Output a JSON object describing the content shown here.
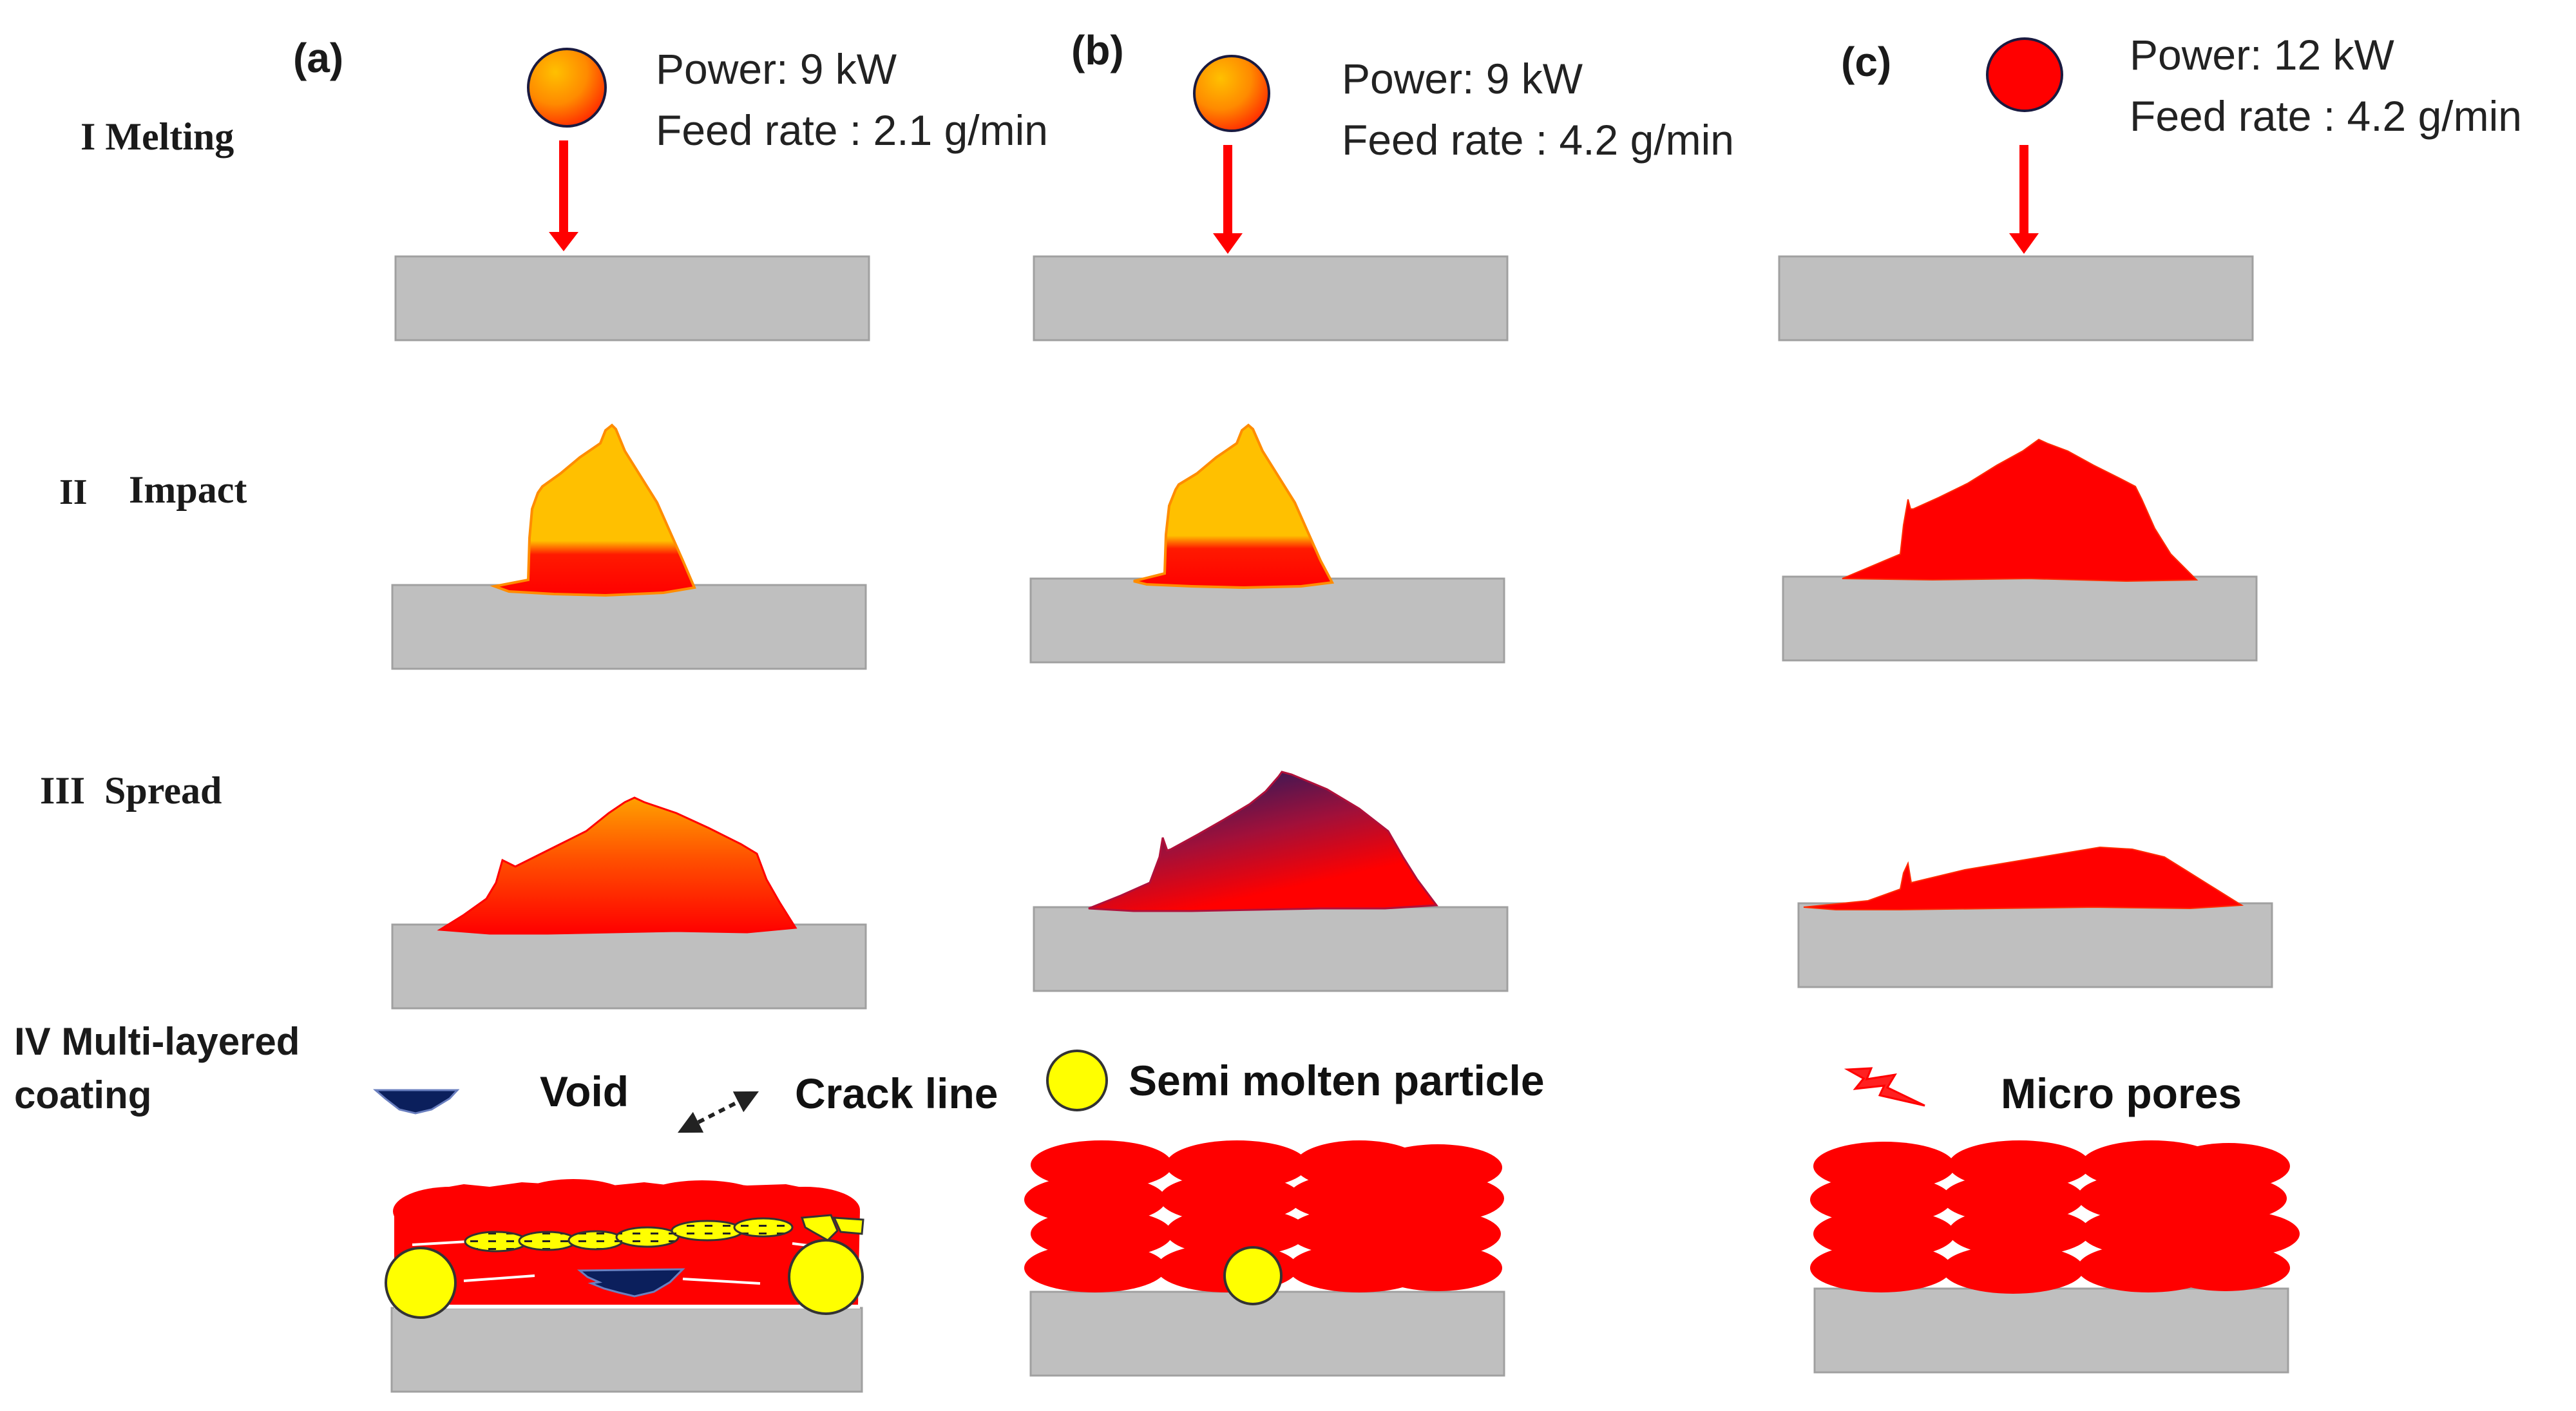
{
  "panels": {
    "a": {
      "label": "(a)",
      "power": "Power: 9 kW",
      "feed": "Feed rate : 2.1 g/min"
    },
    "b": {
      "label": "(b)",
      "power": "Power: 9 kW",
      "feed": "Feed rate : 4.2 g/min"
    },
    "c": {
      "label": "(c)",
      "power": "Power: 12 kW",
      "feed": "Feed rate : 4.2 g/min"
    }
  },
  "stages": {
    "s1": "I Melting",
    "s2_num": "II",
    "s2": "Impact",
    "s3": "III  Spread",
    "s4_line1": "IV Multi-layered",
    "s4_line2": "coating"
  },
  "legend": {
    "void": "Void",
    "crack": "Crack line",
    "semi": "Semi molten particle",
    "pores": "Micro pores"
  },
  "colors": {
    "substrate": "#bfbfbf",
    "molten_red": "#ff0000",
    "semi_molten_yellow": "#ffff00",
    "partial_orange": "#ffc000",
    "void_navy": "#0b1f5c",
    "arrow_red": "#ff0000"
  }
}
